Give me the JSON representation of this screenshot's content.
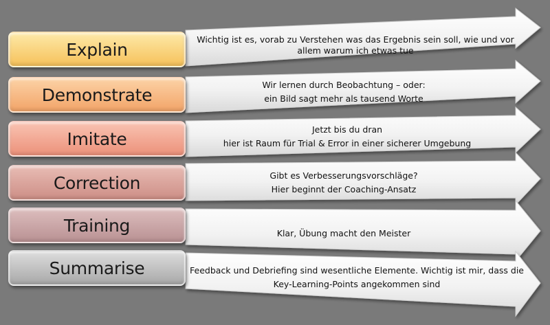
{
  "steps": [
    {
      "label": "Explain",
      "line1": "Wichtig ist es, vorab zu Verstehen was das Ergebnis sein soll, wie und vor",
      "line2": "allem warum ich etwas tue",
      "color_top": "#fde9a8",
      "color_bottom": "#f6c15a"
    },
    {
      "label": "Demonstrate",
      "line1": "Wir lernen durch Beobachtung – oder:",
      "line2": "ein Bild sagt mehr als tausend Worte",
      "color_top": "#fcd2a6",
      "color_bottom": "#f2a468"
    },
    {
      "label": "Imitate",
      "line1": "Jetzt bis du dran",
      "line2": "hier ist Raum für Trial & Error in einer sicherer Umgebung",
      "color_top": "#f9c3b2",
      "color_bottom": "#ec917a"
    },
    {
      "label": "Correction",
      "line1": "Gibt es Verbesserungsvorschläge?",
      "line2": "Hier beginnt der Coaching-Ansatz",
      "color_top": "#e8bcb4",
      "color_bottom": "#cd8e86"
    },
    {
      "label": "Training",
      "line1": "Klar, Übung macht den Meister",
      "line2": "",
      "color_top": "#dcbdbd",
      "color_bottom": "#b99193"
    },
    {
      "label": "Summarise",
      "line1": "Feedback und Debriefing sind wesentliche Elemente. Wichtig ist mir, dass die",
      "line2": "Key-Learning-Points angekommen sind",
      "color_top": "#dddddd",
      "color_bottom": "#a8a8a8"
    }
  ]
}
